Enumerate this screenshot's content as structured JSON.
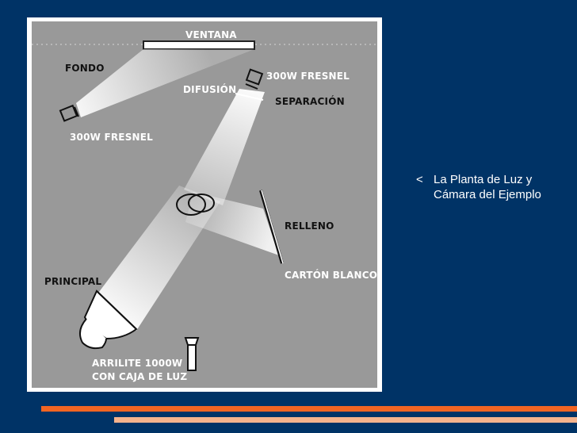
{
  "diagram": {
    "labels": {
      "ventana": "VENTANA",
      "fondo": "FONDO",
      "fresnel_left": "300W FRESNEL",
      "fresnel_right": "300W FRESNEL",
      "difusion": "DIFUSIÓN",
      "separacion": "SEPARACIÓN",
      "relleno": "RELLENO",
      "carton_blanco": "CARTÓN BLANCO",
      "principal": "PRINCIPAL",
      "arrilite_line1": "ARRILITE 1000W",
      "arrilite_line2": "CON CAJA DE LUZ"
    }
  },
  "caption": {
    "bullet": "<",
    "line1": "La Planta de Luz y",
    "line2": "Cámara del Ejemplo"
  },
  "colors": {
    "background": "#003366",
    "stage_gray": "#999999",
    "light_beam": "#f2f2f2",
    "bar_orange": "#f26522",
    "bar_light": "#f6b38c"
  }
}
